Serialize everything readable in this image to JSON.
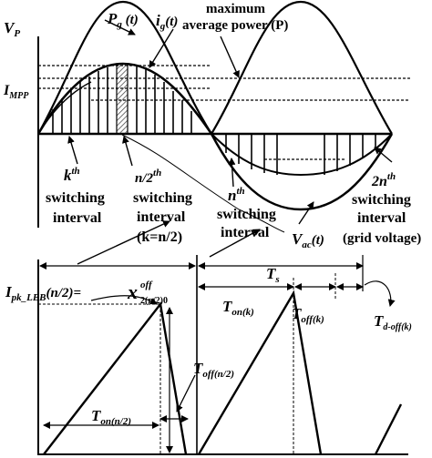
{
  "top": {
    "vp": "V",
    "vp_sub": "P",
    "impp": "I",
    "impp_sub": "MPP",
    "max_avg_power": "maximum",
    "max_avg_power_2": "average power (P)",
    "pg": "P",
    "pg_sub": "g",
    "pg_arg": " (t)",
    "ig": "i",
    "ig_sub": "g",
    "ig_arg": "(t)",
    "kth_k": "k",
    "kth_th": "th",
    "n2th_n": "n/2",
    "n2th_th": "th",
    "nth_n": "n",
    "nth_th": "th",
    "n2n_n": "2n",
    "n2n_th": "th",
    "switching": "switching",
    "interval": "interval",
    "k_eq": "(k=n/2)",
    "vac": "V",
    "vac_sub": "ac",
    "vac_arg": "(t)",
    "grid_voltage": "(grid voltage)"
  },
  "bottom": {
    "ipk_main": "I",
    "ipk_sub": "pk_LBB",
    "ipk_arg": "(n/2)=",
    "x_main": "x",
    "x_sup": "off",
    "x_sub": "2(n/2)0",
    "ts": "T",
    "ts_sub": "s",
    "ton_k": "T",
    "ton_k_sub": "on(k)",
    "toff_k": "T",
    "toff_k_sub": "off(k)",
    "td_off": "T",
    "td_off_sub": "d-off(k)",
    "toff_n2": "T",
    "toff_n2_sub": "off(n/2)",
    "ton_n2": "T",
    "ton_n2_sub": "on(n/2)"
  },
  "colors": {
    "ink": "#000000",
    "hatch": "#555555",
    "background": "#ffffff"
  }
}
